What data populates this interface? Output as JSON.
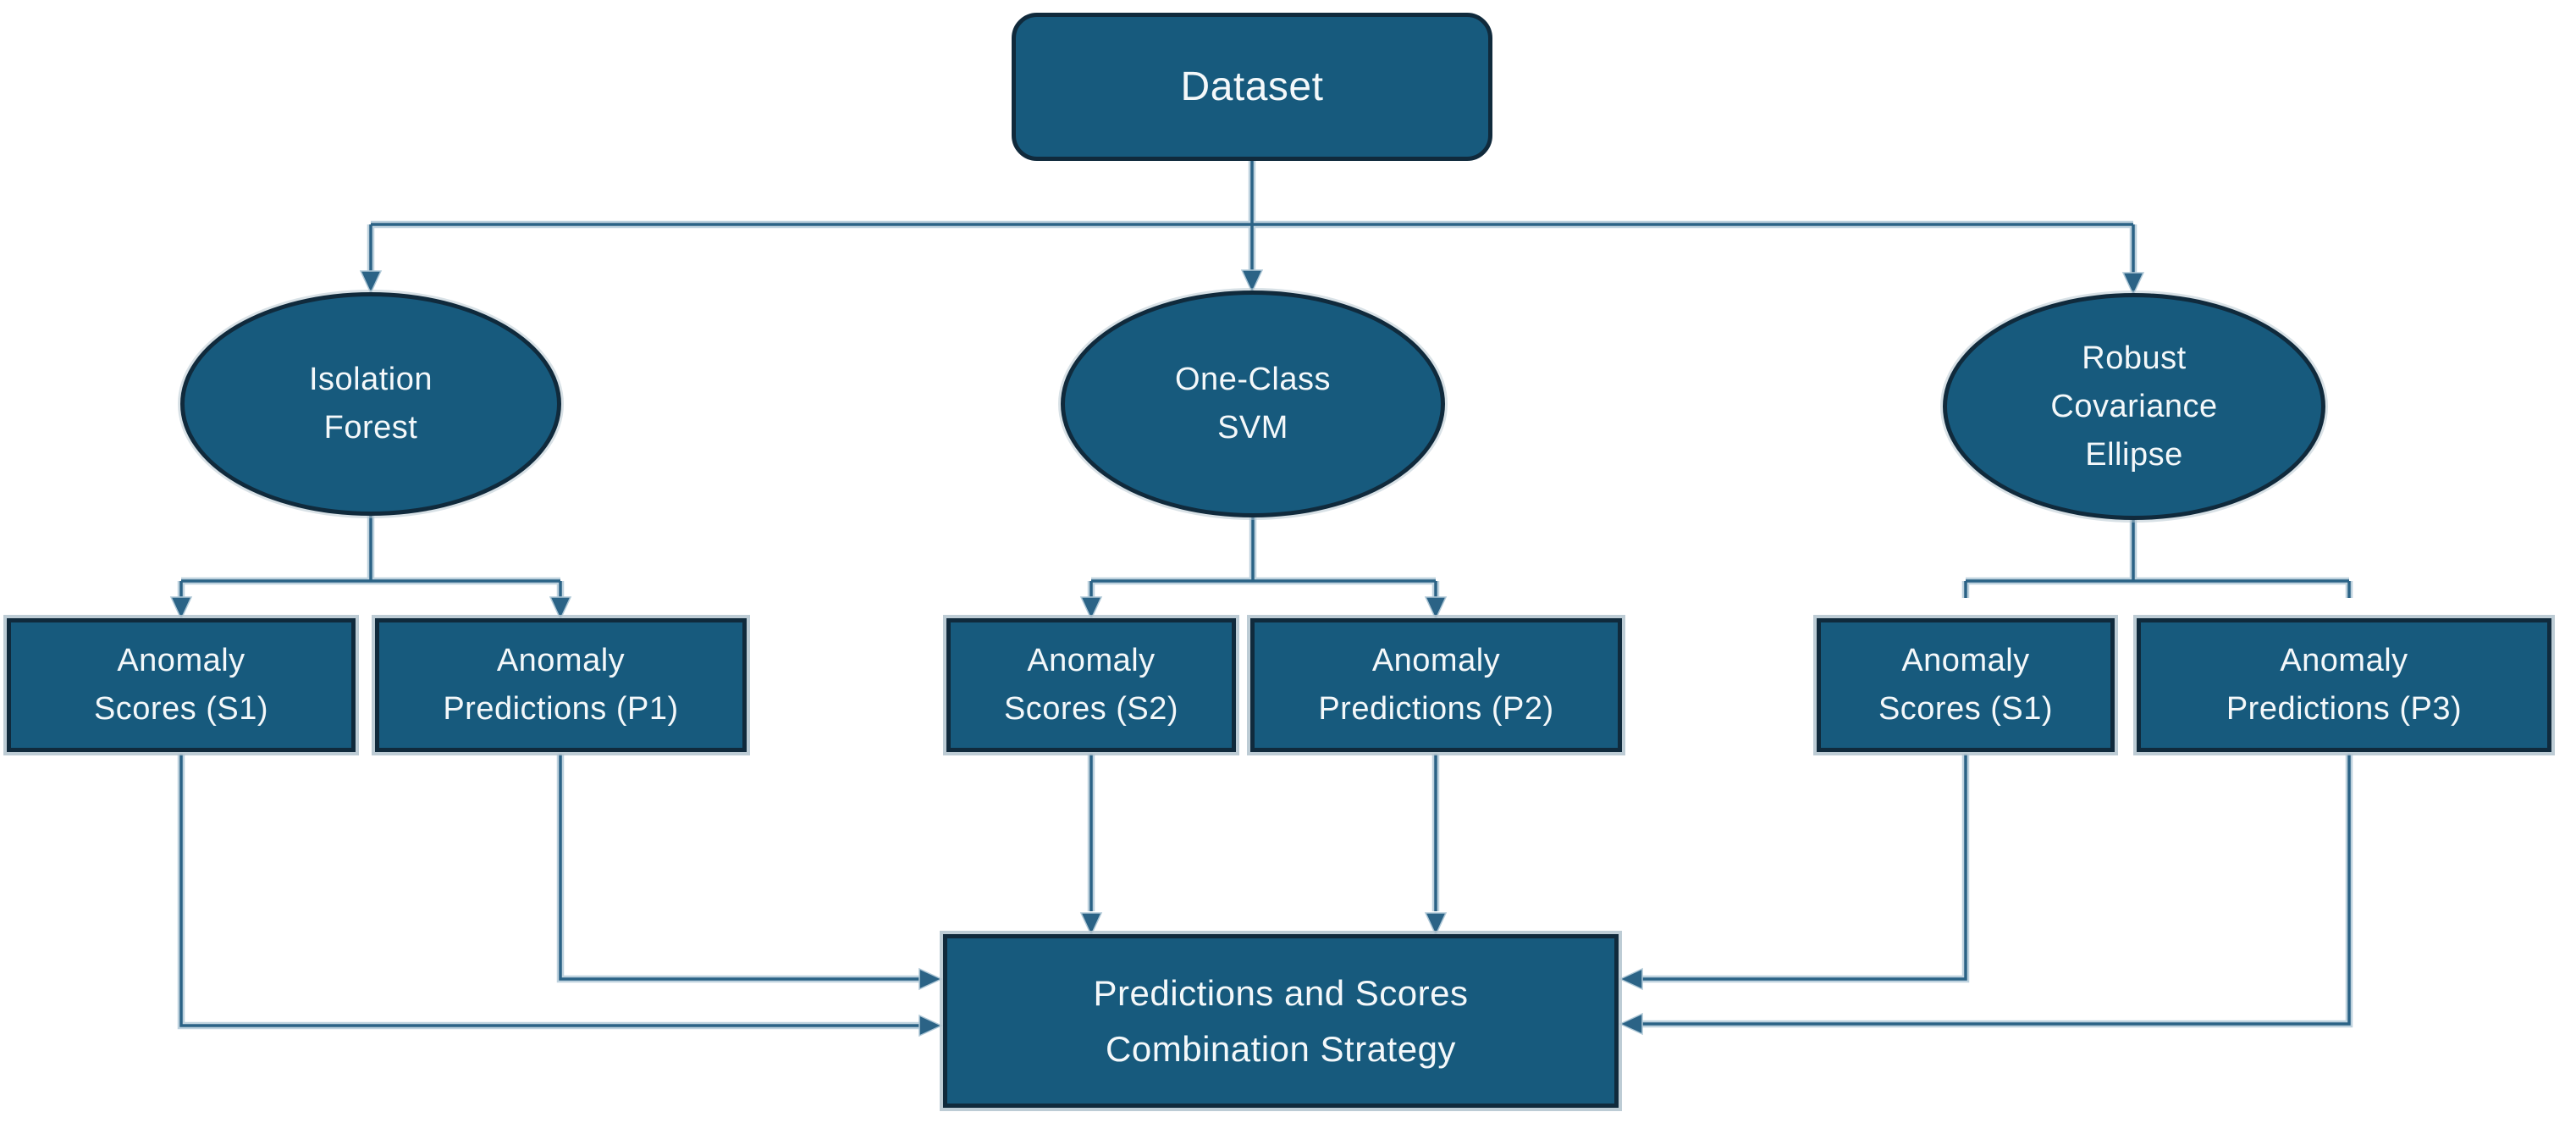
{
  "colors": {
    "node_fill": "#175A7D",
    "node_border": "#102A3C",
    "connector": "#2B6386",
    "connector_halo": "#AEC7D6",
    "text": "#FFFFFF",
    "background": "#FFFFFF"
  },
  "nodes": {
    "dataset": {
      "label": "Dataset"
    },
    "isolation_forest": {
      "label": "Isolation\nForest"
    },
    "one_class_svm": {
      "label": "One-Class\nSVM"
    },
    "robust_covariance_ellipse": {
      "label": "Robust\nCovariance\nEllipse"
    },
    "anomaly_scores_s1_left": {
      "label": "Anomaly\nScores (S1)"
    },
    "anomaly_predictions_p1": {
      "label": "Anomaly\nPredictions (P1)"
    },
    "anomaly_scores_s2": {
      "label": "Anomaly\nScores (S2)"
    },
    "anomaly_predictions_p2": {
      "label": "Anomaly\nPredictions (P2)"
    },
    "anomaly_scores_s1_right": {
      "label": "Anomaly\nScores (S1)"
    },
    "anomaly_predictions_p3": {
      "label": "Anomaly\nPredictions (P3)"
    },
    "combination_strategy": {
      "label": "Predictions and Scores\nCombination Strategy"
    }
  }
}
